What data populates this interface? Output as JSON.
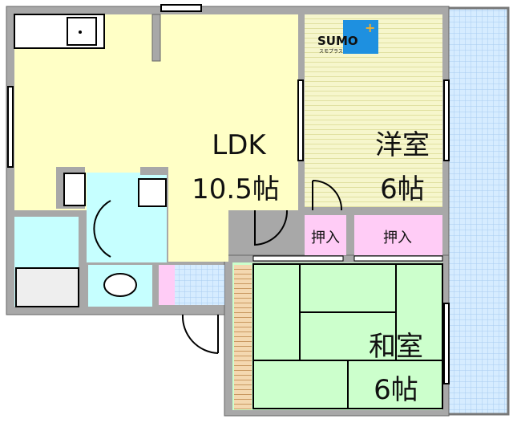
{
  "rooms": {
    "ldk": {
      "name": "LDK",
      "size": "10.5帖"
    },
    "western": {
      "name": "洋室",
      "size": "6帖"
    },
    "japanese": {
      "name": "和室",
      "size": "6帖"
    },
    "closet_left": {
      "name": "押入"
    },
    "closet_right": {
      "name": "押入"
    }
  },
  "logo": {
    "text": "SUMO",
    "subtext": "スモプラス"
  },
  "colors": {
    "wall": "#a8a8a8",
    "ldk": "#ffffc6",
    "wet_area": "#c6ffff",
    "western": "#f6f6cc",
    "japanese": "#ccffcc",
    "closet": "#ffccf6",
    "balcony": "#cce6ff",
    "logo_blue": "#1e90e0",
    "logo_plus": "#f0b030"
  }
}
